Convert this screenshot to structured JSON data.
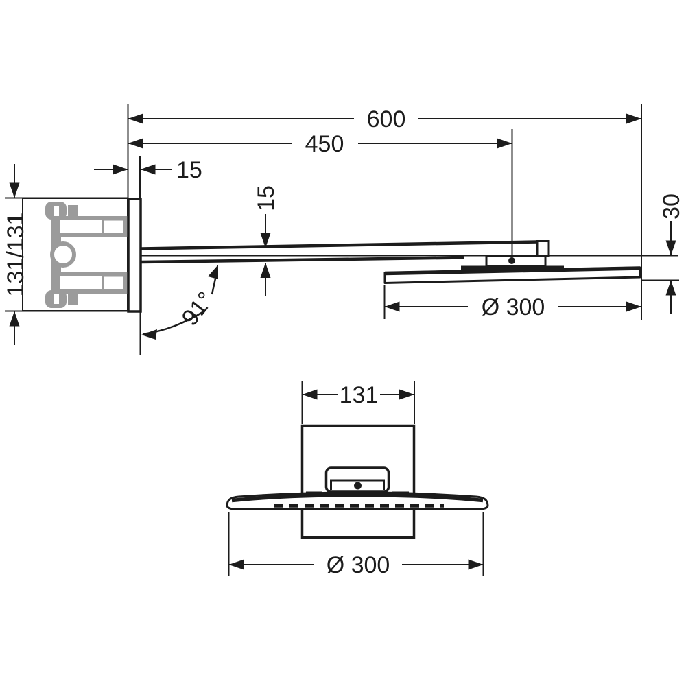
{
  "colors": {
    "line": "#1c1c1c",
    "bracket": "#9b9b9b",
    "background": "#ffffff"
  },
  "side_view": {
    "dim_arm_reach": "600",
    "dim_spray_center": "450",
    "dim_plate_thickness": "15",
    "dim_arm_height": "15",
    "dim_rough_in_box": "131/131",
    "dim_arm_angle": "91°",
    "dim_head_diameter": "Ø 300",
    "dim_head_height": "30"
  },
  "front_view": {
    "dim_plate_width": "131",
    "dim_head_diameter": "Ø 300"
  }
}
